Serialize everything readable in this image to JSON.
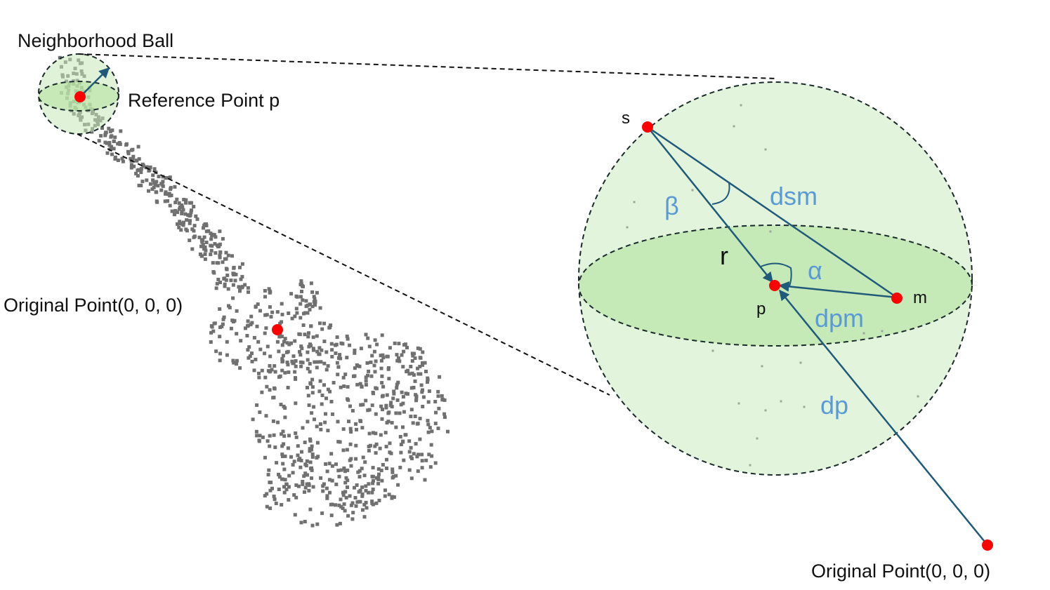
{
  "labels": {
    "neighborhood_ball": "Neighborhood Ball",
    "reference_point": "Reference Point p",
    "original_point_left": "Original Point(0, 0, 0)",
    "original_point_right": "Original Point(0, 0, 0)",
    "point_s": "s",
    "point_p": "p",
    "point_m": "m",
    "radius": "r",
    "beta": "β",
    "alpha": "α",
    "dsm": "dsm",
    "dpm": "dpm",
    "dp": "dp"
  },
  "colors": {
    "point": "#ff0000",
    "vector": "#1f5a7a",
    "ball_fill": "#e2f4dc",
    "equator_fill": "#c6e9b8",
    "cloud": "#707070",
    "symbol": "#5b9bd5"
  }
}
